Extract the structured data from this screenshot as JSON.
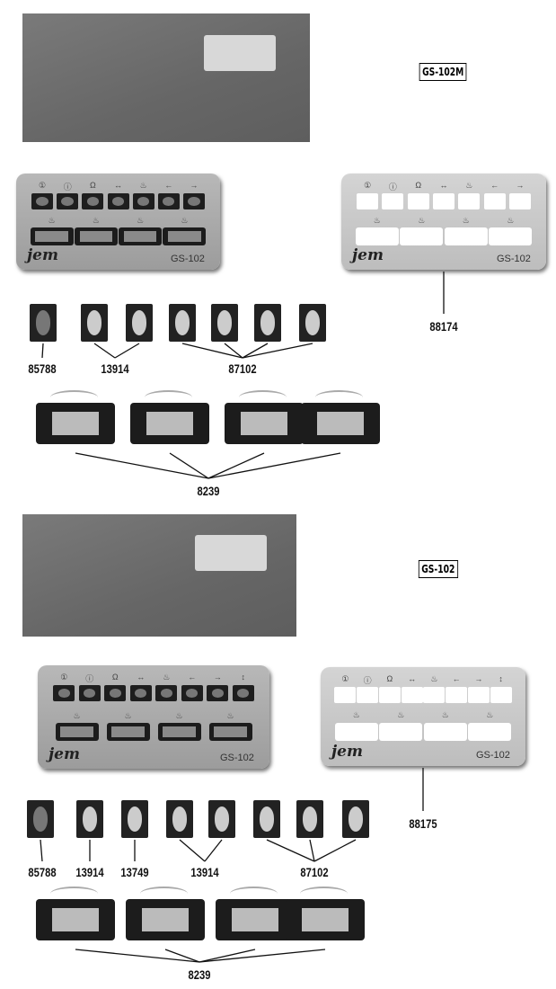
{
  "sections": [
    {
      "model": "GS-102M",
      "panel_model": "GS-102",
      "brand": "jem",
      "symbols": [
        "①",
        "ⓘ",
        "Ω",
        "↔",
        "♨",
        "←",
        "→"
      ],
      "displays": 4,
      "bezel_part": "88174",
      "switch_labels": [
        {
          "text": "85788"
        },
        {
          "text": "13914"
        },
        {
          "text": "87102"
        }
      ],
      "thermo_label": "8239"
    },
    {
      "model": "GS-102",
      "panel_model": "GS-102",
      "brand": "jem",
      "symbols": [
        "①",
        "ⓘ",
        "Ω",
        "↔",
        "♨",
        "←",
        "→",
        "↕"
      ],
      "displays": 4,
      "bezel_part": "88175",
      "switch_labels": [
        {
          "text": "85788"
        },
        {
          "text": "13914"
        },
        {
          "text": "13749"
        },
        {
          "text": "13914"
        },
        {
          "text": "87102"
        }
      ],
      "thermo_label": "8239"
    }
  ]
}
